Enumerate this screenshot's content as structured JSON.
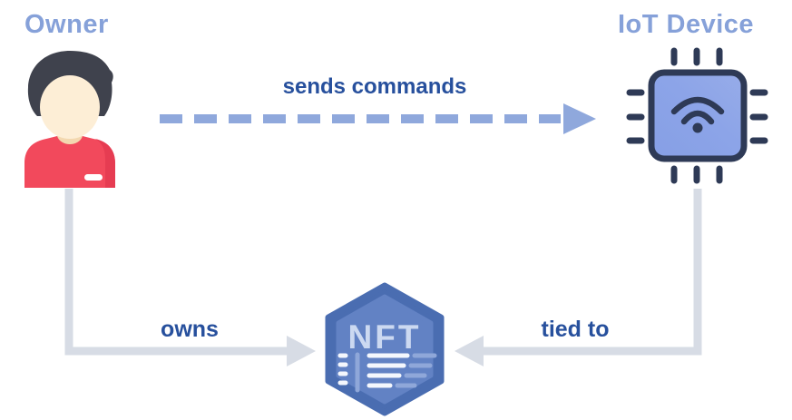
{
  "diagram": {
    "title": "NFT-based IoT ownership diagram",
    "nodes": {
      "owner": {
        "label": "Owner",
        "icon": "person-icon"
      },
      "iot_device": {
        "label": "IoT Device",
        "icon": "chip-wifi-icon"
      },
      "nft": {
        "badge_text": "NFT",
        "icon": "nft-hexagon-icon"
      }
    },
    "edges": {
      "sends_commands": {
        "from": "Owner",
        "to": "IoT Device",
        "label": "sends commands",
        "style": "dashed",
        "color": "#8fa8dc"
      },
      "owns": {
        "from": "Owner",
        "to": "NFT",
        "label": "owns",
        "style": "solid",
        "color": "#d7dce5"
      },
      "tied_to": {
        "from": "IoT Device",
        "to": "NFT",
        "label": "tied to",
        "style": "solid",
        "color": "#d7dce5"
      }
    },
    "colors": {
      "node_title": "#86a1d9",
      "edge_label": "#27509d",
      "dashed_arrow": "#8fa8dc",
      "solid_arrow": "#d7dce5",
      "chip_fill": "#8ca4e8",
      "chip_outline": "#2e3a56",
      "hexagon_outer": "#4a6db1",
      "hexagon_inner": "#6282c4",
      "hexagon_text": "#ccd9f1",
      "shirt_red": "#f2495c",
      "shirt_red_dark": "#e63c52",
      "hair_dark": "#3f424d",
      "skin": "#fdeed6",
      "background": "#ffffff"
    }
  }
}
